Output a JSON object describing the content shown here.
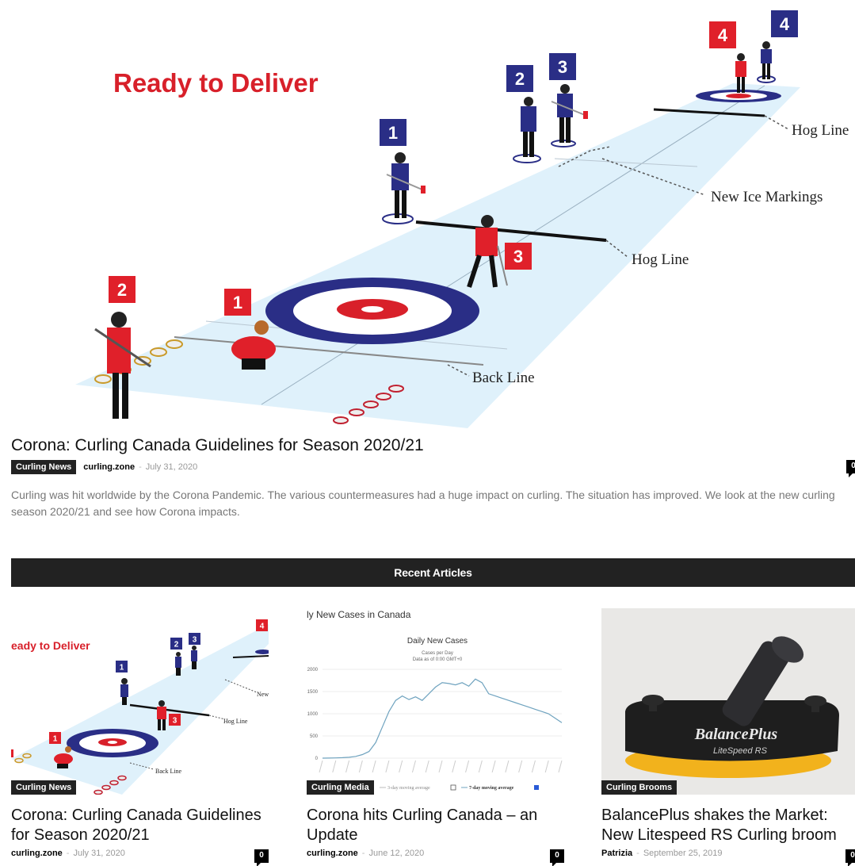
{
  "hero": {
    "image": {
      "heading": "Ready to Deliver",
      "labels": {
        "hog_line_top": "Hog Line",
        "new_ice_markings": "New Ice Markings",
        "hog_line_mid": "Hog Line",
        "back_line": "Back Line"
      },
      "player_numbers": [
        "1",
        "2",
        "3",
        "4",
        "1",
        "2",
        "3",
        "4"
      ]
    },
    "title": "Corona: Curling Canada Guidelines for Season 2020/21",
    "category": "Curling News",
    "author": "curling.zone",
    "separator": "-",
    "date": "July 31, 2020",
    "comments": "0",
    "excerpt": "Curling was hit worldwide by the Corona Pandemic. The various countermeasures had a huge impact on curling. The situation has improved. We look at the new curling season 2020/21 and see how Corona impacts."
  },
  "section": {
    "title": "Recent Articles"
  },
  "cards": [
    {
      "thumb": {
        "heading": "eady to Deliver",
        "labels": {
          "hog_line": "Hog Line",
          "back_line": "Back Line",
          "new": "New"
        },
        "numbers": [
          "1",
          "2",
          "3",
          "4",
          "1",
          "3"
        ]
      },
      "category": "Curling News",
      "title": "Corona: Curling Canada Guidelines for Season 2020/21",
      "author": "curling.zone",
      "separator": "-",
      "date": "July 31, 2020",
      "comments": "0"
    },
    {
      "thumb": {
        "heading": "ly New Cases in Canada",
        "chart_title": "Daily New Cases",
        "chart_subtitle_1": "Cases per Day",
        "chart_subtitle_2": "Data as of 0:00 GMT+0",
        "y_ticks": [
          "2000",
          "1500",
          "1000",
          "500",
          "0"
        ],
        "legend_1": "3-day moving average",
        "legend_2": "7-day moving average"
      },
      "category": "Curling Media",
      "title": "Corona hits Curling Canada – an Update",
      "author": "curling.zone",
      "separator": "-",
      "date": "June 12, 2020",
      "comments": "0"
    },
    {
      "thumb": {
        "brand": "BalancePlus",
        "model": "LiteSpeed RS"
      },
      "category": "Curling Brooms",
      "title": "BalancePlus shakes the Market: New Litespeed RS Curling broom",
      "author": "Patrizia",
      "separator": "-",
      "date": "September 25, 2019",
      "comments": "0"
    }
  ],
  "chart_data": {
    "type": "line",
    "title": "Daily New Cases",
    "ylim": [
      0,
      2000
    ],
    "y_ticks": [
      0,
      500,
      1000,
      1500,
      2000
    ],
    "series": [
      {
        "name": "7-day moving average",
        "values": [
          0,
          2,
          5,
          10,
          20,
          40,
          80,
          150,
          350,
          700,
          1050,
          1300,
          1400,
          1320,
          1380,
          1300,
          1450,
          1600,
          1700,
          1680,
          1650,
          1700,
          1620,
          1780,
          1700,
          1450,
          1400,
          1350,
          1300,
          1250,
          1200,
          1150,
          1100,
          1050,
          1000,
          900,
          800
        ]
      }
    ]
  }
}
